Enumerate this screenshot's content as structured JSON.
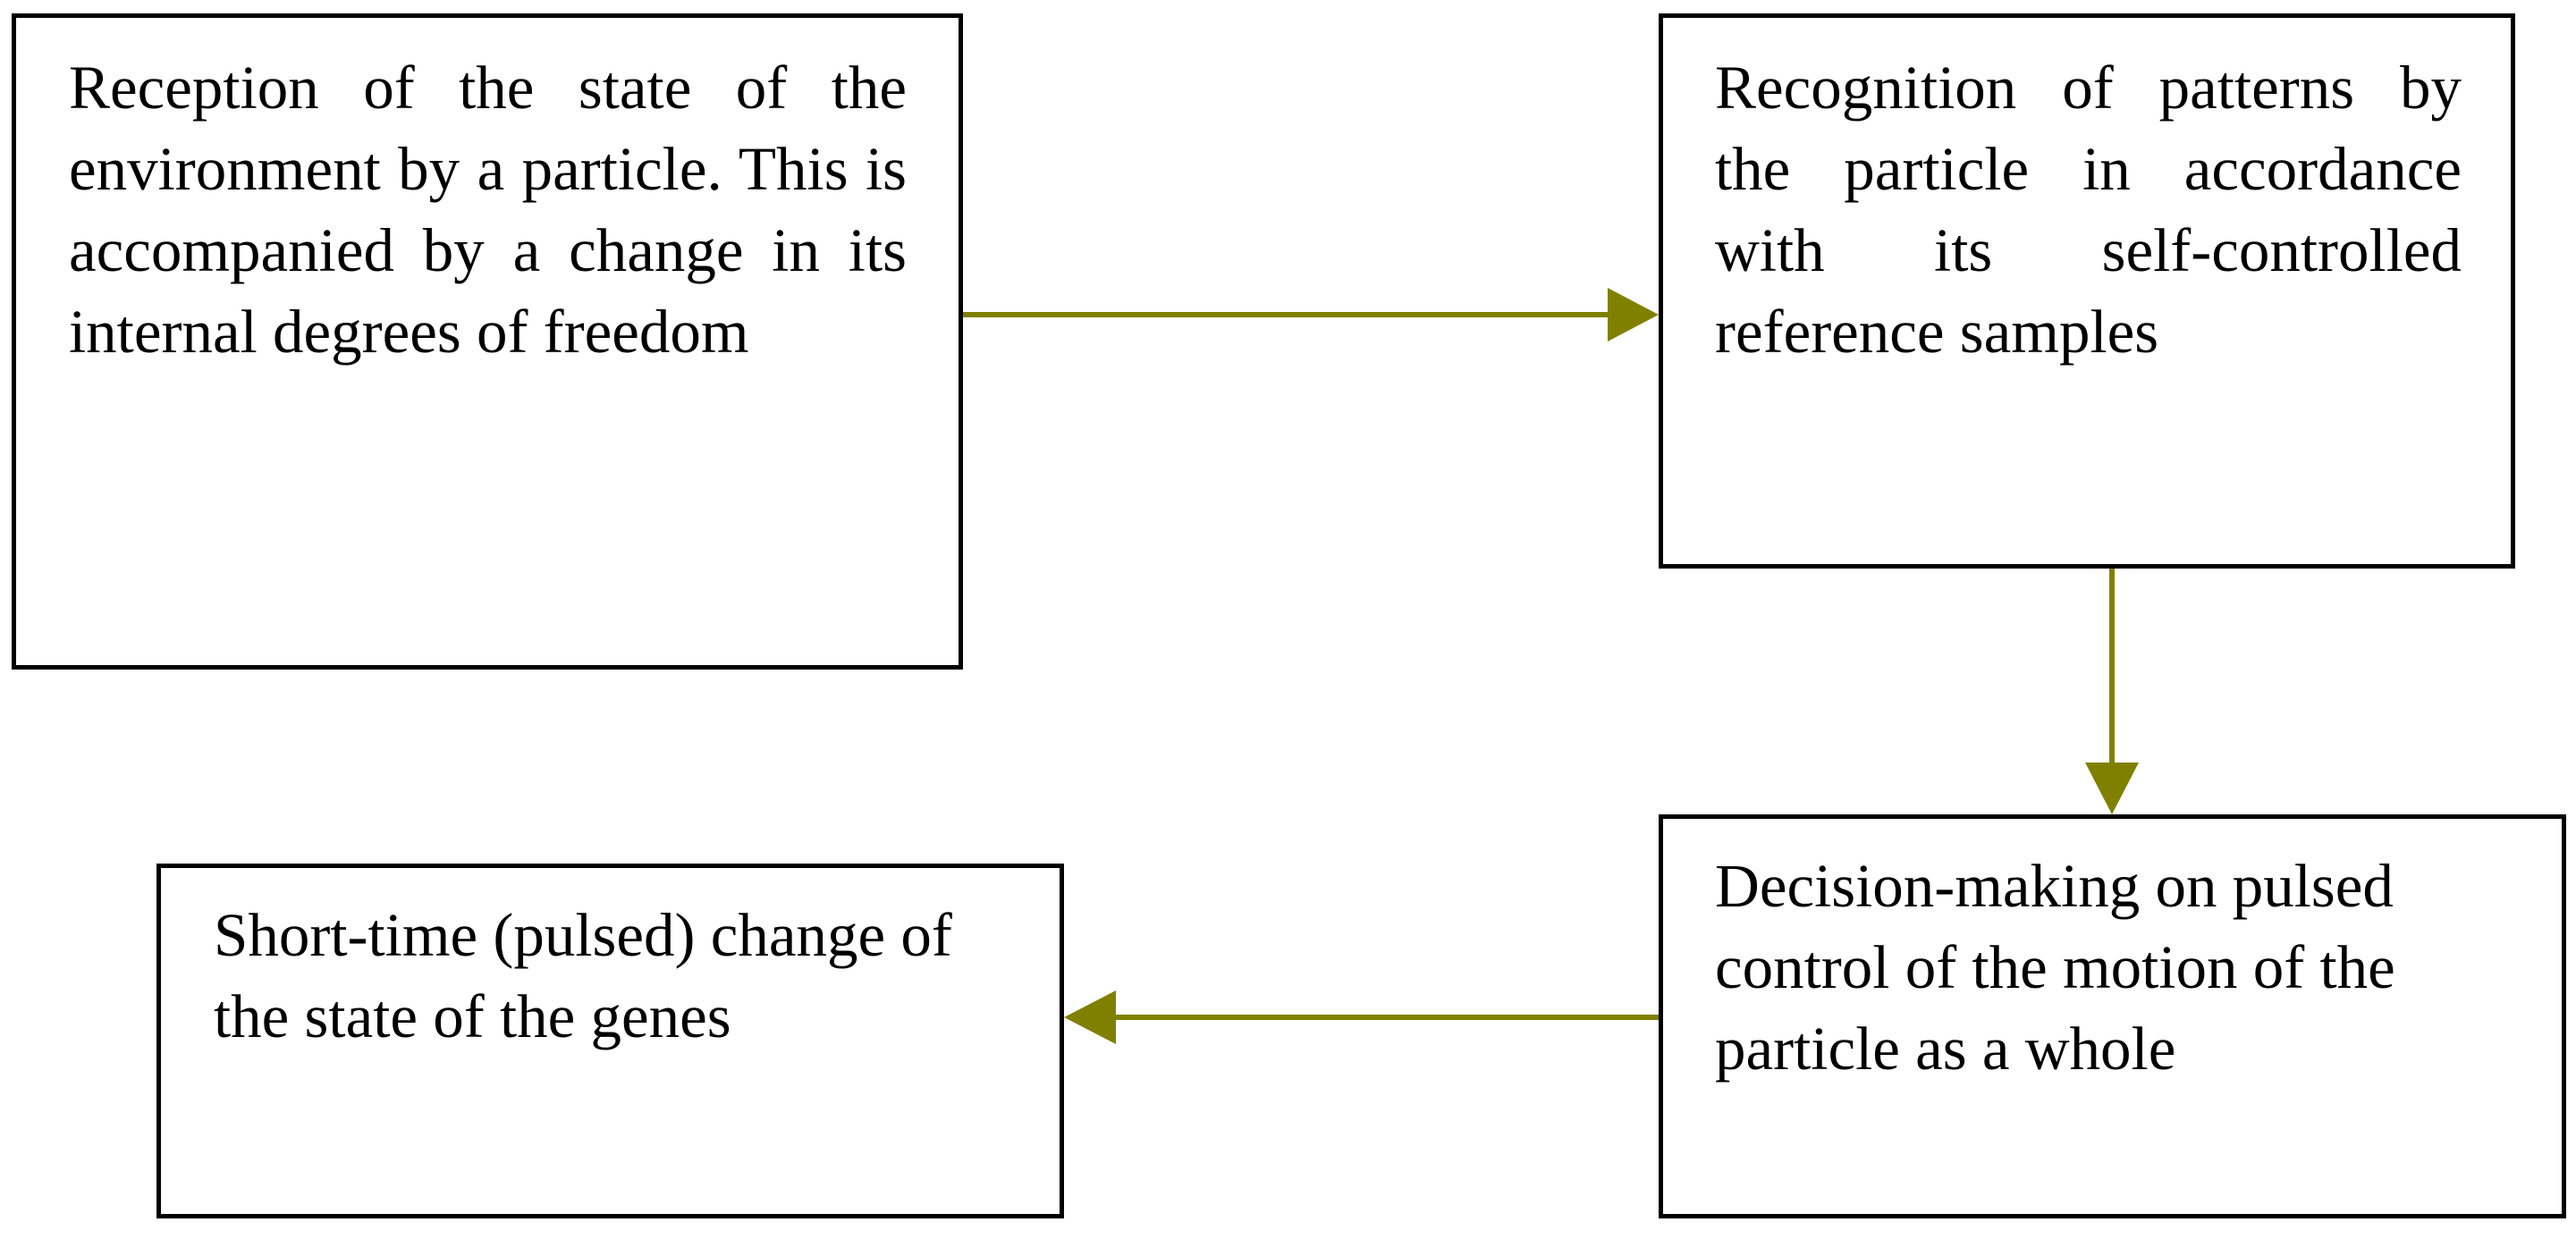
{
  "diagram": {
    "arrow_color": "#808000",
    "boxes": {
      "reception": "Reception of the state of the environment by a particle. This is accompanied by a change in its internal degrees of freedom",
      "recognition": "Recognition of patterns by the particle in accordance with its self-controlled reference samples",
      "decision": "Decision-making on pulsed control of the motion of the particle as a whole",
      "change": "Short-time (pulsed) change of the state of the genes"
    }
  }
}
